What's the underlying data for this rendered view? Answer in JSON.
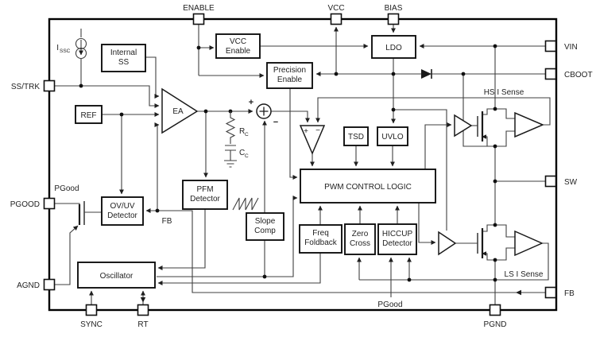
{
  "pins": {
    "enable": "ENABLE",
    "vcc": "VCC",
    "bias": "BIAS",
    "vin": "VIN",
    "cboot": "CBOOT",
    "sw": "SW",
    "fb": "FB",
    "pgnd": "PGND",
    "sync": "SYNC",
    "rt": "RT",
    "agnd": "AGND",
    "pgood": "PGOOD",
    "ss_trk": "SS/TRK"
  },
  "blocks": {
    "internal_ss": {
      "l1": "Internal",
      "l2": "SS"
    },
    "vcc_enable": {
      "l1": "VCC",
      "l2": "Enable"
    },
    "precision_enable": {
      "l1": "Precision",
      "l2": "Enable"
    },
    "ldo": "LDO",
    "ref": "REF",
    "ea": "EA",
    "tsd": "TSD",
    "uvlo": "UVLO",
    "pwm": "PWM CONTROL LOGIC",
    "pfm": {
      "l1": "PFM",
      "l2": "Detector"
    },
    "slope": {
      "l1": "Slope",
      "l2": "Comp"
    },
    "ovuv": {
      "l1": "OV/UV",
      "l2": "Detector"
    },
    "osc": "Oscillator",
    "freq": {
      "l1": "Freq",
      "l2": "Foldback"
    },
    "zero": {
      "l1": "Zero",
      "l2": "Cross"
    },
    "hiccup": {
      "l1": "HICCUP",
      "l2": "Detector"
    }
  },
  "nets": {
    "pgood_top": "PGood",
    "pgood_bottom": "PGood",
    "fb_node": "FB",
    "hs_sense": "HS I Sense",
    "ls_sense": "LS I Sense"
  },
  "symbols": {
    "issc_main": "I",
    "issc_sub": "SSC",
    "rc_main": "R",
    "rc_sub": "C",
    "cc_main": "C",
    "cc_sub": "C",
    "sum_plus": "+",
    "sum_minus": "−",
    "cmp_plus": "+",
    "cmp_minus": "−"
  },
  "colors": {
    "line": "#3f3f3f",
    "box_stroke": "#101010",
    "bg": "#ffffff"
  }
}
